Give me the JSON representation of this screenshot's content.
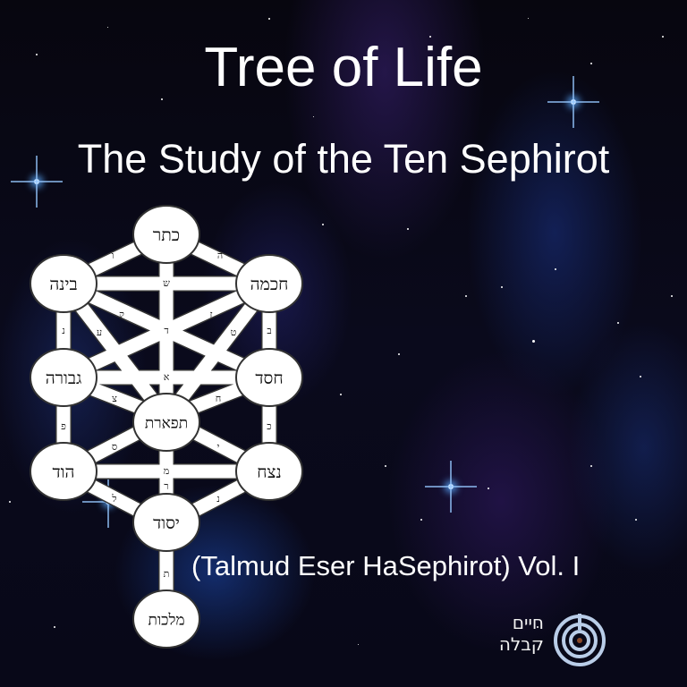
{
  "cover": {
    "title": "Tree of Life",
    "subtitle": "The Study of the Ten Sephirot",
    "volume_line": "(Talmud Eser HaSephirot) Vol. I",
    "colors": {
      "background": "#07060f",
      "nebula_blue": "#2a46aa",
      "nebula_purple": "#462882",
      "text": "#ffffff",
      "logo": "#b9cde8",
      "logo_center": "#8a4a2a"
    }
  },
  "tree_of_life": {
    "sefirot": [
      {
        "id": "keter",
        "label": "כתר"
      },
      {
        "id": "chokhmah",
        "label": "חכמה"
      },
      {
        "id": "binah",
        "label": "בינה"
      },
      {
        "id": "chesed",
        "label": "חסד"
      },
      {
        "id": "gevurah",
        "label": "גבורה"
      },
      {
        "id": "tiferet",
        "label": "תפארת"
      },
      {
        "id": "netzach",
        "label": "נצח"
      },
      {
        "id": "hod",
        "label": "הוד"
      },
      {
        "id": "yesod",
        "label": "יסוד"
      },
      {
        "id": "malkhut",
        "label": "מלכות"
      }
    ],
    "path_letters": {
      "keter_binah": "ו",
      "keter_chokhmah": "ה",
      "binah_chokhmah": "ש",
      "keter_tiferet": "ד",
      "binah_tiferet": "ק",
      "chokhmah_tiferet": "ז",
      "binah_chesed": "ע",
      "chokhmah_gevurah": "ט",
      "binah_gevurah": "נ",
      "chokhmah_chesed": "ב",
      "gevurah_chesed": "א",
      "gevurah_tiferet": "צ",
      "chesed_tiferet": "ח",
      "gevurah_hod": "פ",
      "chesed_netzach": "כ",
      "tiferet_hod": "ס",
      "tiferet_netzach": "י",
      "hod_netzach": "מ",
      "tiferet_yesod": "ר",
      "hod_yesod": "ל",
      "netzach_yesod": "נ",
      "yesod_malkhut": "ת"
    }
  },
  "logo": {
    "line1": "חיים",
    "line2": "קבלה",
    "icon": "concentric-circles-icon"
  }
}
